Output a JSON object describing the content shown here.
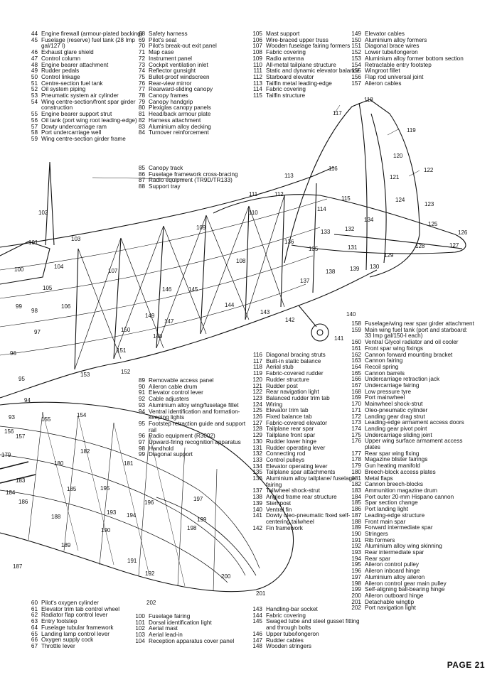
{
  "page_number": "PAGE 21",
  "legend_columns": [
    {
      "id": "c1",
      "items": [
        {
          "n": "44",
          "t": "Engine firewall (armour-plated backing)"
        },
        {
          "n": "45",
          "t": "Fuselage (reserve) fuel tank (28 Imp gal/127 l)"
        },
        {
          "n": "46",
          "t": "Exhaust glare shield"
        },
        {
          "n": "47",
          "t": "Control column"
        },
        {
          "n": "48",
          "t": "Engine bearer attachment"
        },
        {
          "n": "49",
          "t": "Rudder pedals"
        },
        {
          "n": "50",
          "t": "Control linkage"
        },
        {
          "n": "51",
          "t": "Centre-section fuel tank"
        },
        {
          "n": "52",
          "t": "Oil system piping"
        },
        {
          "n": "53",
          "t": "Pneumatic system air cylinder"
        },
        {
          "n": "54",
          "t": "Wing centre-section/front spar girder construction"
        },
        {
          "n": "55",
          "t": "Engine bearer support strut"
        },
        {
          "n": "56",
          "t": "Oil tank (port wing root leading-edge)"
        },
        {
          "n": "57",
          "t": "Dowty undercarriage ram"
        },
        {
          "n": "58",
          "t": "Port undercarriage well"
        },
        {
          "n": "59",
          "t": "Wing centre-section girder frame"
        }
      ]
    },
    {
      "id": "c2",
      "items": [
        {
          "n": "68",
          "t": "Safety harness"
        },
        {
          "n": "69",
          "t": "Pilot's seat"
        },
        {
          "n": "70",
          "t": "Pilot's break-out exit panel"
        },
        {
          "n": "71",
          "t": "Map case"
        },
        {
          "n": "72",
          "t": "Instrument panel"
        },
        {
          "n": "73",
          "t": "Cockpit ventilation inlet"
        },
        {
          "n": "74",
          "t": "Reflector gunsight"
        },
        {
          "n": "75",
          "t": "Bullet-proof windscreen"
        },
        {
          "n": "76",
          "t": "Rear-view mirror"
        },
        {
          "n": "77",
          "t": "Rearward-sliding canopy"
        },
        {
          "n": "78",
          "t": "Canopy frames"
        },
        {
          "n": "79",
          "t": "Canopy handgrip"
        },
        {
          "n": "80",
          "t": "Plexiglas canopy panels"
        },
        {
          "n": "81",
          "t": "Head/back armour plate"
        },
        {
          "n": "82",
          "t": "Harness attachment"
        },
        {
          "n": "83",
          "t": "Aluminium alloy decking"
        },
        {
          "n": "84",
          "t": "Turnover reinforcement"
        }
      ]
    },
    {
      "id": "c3",
      "items": [
        {
          "n": "105",
          "t": "Mast support"
        },
        {
          "n": "106",
          "t": "Wire-braced upper truss"
        },
        {
          "n": "107",
          "t": "Wooden fuselage fairing formers"
        },
        {
          "n": "108",
          "t": "Fabric covering"
        },
        {
          "n": "109",
          "t": "Radio antenna"
        },
        {
          "n": "110",
          "t": "All-metal tailplane structure"
        },
        {
          "n": "111",
          "t": "Static and dynamic elevator balance"
        },
        {
          "n": "112",
          "t": "Starboard elevator"
        },
        {
          "n": "113",
          "t": "Tailfin metal leading-edge"
        },
        {
          "n": "114",
          "t": "Fabric covering"
        },
        {
          "n": "115",
          "t": "Tailfin structure"
        }
      ]
    },
    {
      "id": "c4",
      "items": [
        {
          "n": "149",
          "t": "Elevator cables"
        },
        {
          "n": "150",
          "t": "Aluminium alloy formers"
        },
        {
          "n": "151",
          "t": "Diagonal brace wires"
        },
        {
          "n": "152",
          "t": "Lower tube/longeron"
        },
        {
          "n": "153",
          "t": "Aluminium alloy former bottom section"
        },
        {
          "n": "154",
          "t": "Retractable entry footstep"
        },
        {
          "n": "155",
          "t": "Wingroot fillet"
        },
        {
          "n": "156",
          "t": "Flap rod universal joint"
        },
        {
          "n": "157",
          "t": "Aileron cables"
        }
      ]
    },
    {
      "id": "c5",
      "items": [
        {
          "n": "85",
          "t": "Canopy track"
        },
        {
          "n": "86",
          "t": "Fuselage framework cross-bracing"
        },
        {
          "n": "87",
          "t": "Radio equipment (TR9D/TR133)"
        },
        {
          "n": "88",
          "t": "Support tray"
        }
      ]
    },
    {
      "id": "c6",
      "items": [
        {
          "n": "89",
          "t": "Removable access panel"
        },
        {
          "n": "90",
          "t": "Aileron cable drum"
        },
        {
          "n": "91",
          "t": "Elevator control lever"
        },
        {
          "n": "92",
          "t": "Cable adjusters"
        },
        {
          "n": "93",
          "t": "Aluminium alloy wing/fuselage fillet"
        },
        {
          "n": "94",
          "t": "Ventral identification and formation-keeping lights"
        },
        {
          "n": "95",
          "t": "Footstep retraction guide and support rail"
        },
        {
          "n": "96",
          "t": "Radio equipment (R3002)"
        },
        {
          "n": "97",
          "t": "Upward-firing recognition apparatus"
        },
        {
          "n": "98",
          "t": "Handhold"
        },
        {
          "n": "99",
          "t": "Diagonal support"
        }
      ]
    },
    {
      "id": "c7",
      "items": [
        {
          "n": "116",
          "t": "Diagonal bracing struts"
        },
        {
          "n": "117",
          "t": "Built-in static balance"
        },
        {
          "n": "118",
          "t": "Aerial stub"
        },
        {
          "n": "119",
          "t": "Fabric-covered rudder"
        },
        {
          "n": "120",
          "t": "Rudder structure"
        },
        {
          "n": "121",
          "t": "Rudder post"
        },
        {
          "n": "122",
          "t": "Rear navigation light"
        },
        {
          "n": "123",
          "t": "Balanced rudder trim tab"
        },
        {
          "n": "124",
          "t": "Wiring"
        },
        {
          "n": "125",
          "t": "Elevator trim tab"
        },
        {
          "n": "126",
          "t": "Fixed balance tab"
        },
        {
          "n": "127",
          "t": "Fabric-covered elevator"
        },
        {
          "n": "128",
          "t": "Tailplane rear spar"
        },
        {
          "n": "129",
          "t": "Tailplane front spar"
        },
        {
          "n": "130",
          "t": "Rudder lower hinge"
        },
        {
          "n": "131",
          "t": "Rudder operating lever"
        },
        {
          "n": "132",
          "t": "Connecting rod"
        },
        {
          "n": "133",
          "t": "Control pulleys"
        },
        {
          "n": "134",
          "t": "Elevator operating lever"
        },
        {
          "n": "135",
          "t": "Tailplane spar attachments"
        },
        {
          "n": "136",
          "t": "Aluminium alloy tailplane/ fuselage fairing"
        },
        {
          "n": "137",
          "t": "Tailwheel shock-strut"
        },
        {
          "n": "138",
          "t": "Angled frame rear structure"
        },
        {
          "n": "139",
          "t": "Sternpost"
        },
        {
          "n": "140",
          "t": "Ventral fin"
        },
        {
          "n": "141",
          "t": "Dowty oleo-pneumatic fixed self-centering tailwheel"
        },
        {
          "n": "142",
          "t": "Fin framework"
        }
      ]
    },
    {
      "id": "c8",
      "items": [
        {
          "n": "158",
          "t": "Fuselage/wing rear spar girder attachment"
        },
        {
          "n": "159",
          "t": "Main wing fuel tank (port and starboard: 33 Imp gal/150-l each)"
        },
        {
          "n": "160",
          "t": "Ventral Glycol radiator and oil cooler"
        },
        {
          "n": "161",
          "t": "Front spar wing fixings"
        },
        {
          "n": "162",
          "t": "Cannon forward mounting bracket"
        },
        {
          "n": "163",
          "t": "Cannon fairing"
        },
        {
          "n": "164",
          "t": "Recoil spring"
        },
        {
          "n": "165",
          "t": "Cannon barrels"
        },
        {
          "n": "166",
          "t": "Undercarriage retraction jack"
        },
        {
          "n": "167",
          "t": "Undercarriage fairing"
        },
        {
          "n": "168",
          "t": "Low pressure tyre"
        },
        {
          "n": "169",
          "t": "Port mainwheel"
        },
        {
          "n": "170",
          "t": "Mainwheel shock-strut"
        },
        {
          "n": "171",
          "t": "Oleo-pneumatic cylinder"
        },
        {
          "n": "172",
          "t": "Landing gear drag strut"
        },
        {
          "n": "173",
          "t": "Leading-edge armament access doors"
        },
        {
          "n": "174",
          "t": "Landing gear pivot point"
        },
        {
          "n": "175",
          "t": "Undercarriage sliding joint"
        },
        {
          "n": "176",
          "t": "Upper wing surface armament access plates"
        },
        {
          "n": "177",
          "t": "Rear spar wing fixing"
        },
        {
          "n": "178",
          "t": "Magazine blister fairings"
        },
        {
          "n": "179",
          "t": "Gun heating manifold"
        },
        {
          "n": "180",
          "t": "Breech-block access plates"
        },
        {
          "n": "181",
          "t": "Metal flaps"
        },
        {
          "n": "182",
          "t": "Cannon breech-blocks"
        },
        {
          "n": "183",
          "t": "Ammunition magazine drum"
        },
        {
          "n": "184",
          "t": "Port outer 20-mm Hispano cannon"
        },
        {
          "n": "185",
          "t": "Spar section change"
        },
        {
          "n": "186",
          "t": "Port landing light"
        },
        {
          "n": "187",
          "t": "Leading-edge structure"
        },
        {
          "n": "188",
          "t": "Front main spar"
        },
        {
          "n": "189",
          "t": "Forward intermediate spar"
        },
        {
          "n": "190",
          "t": "Stringers"
        },
        {
          "n": "191",
          "t": "Rib formers"
        },
        {
          "n": "192",
          "t": "Aluminium alloy wing skinning"
        },
        {
          "n": "193",
          "t": "Rear intermediate spar"
        },
        {
          "n": "194",
          "t": "Rear spar"
        },
        {
          "n": "195",
          "t": "Aileron control pulley"
        },
        {
          "n": "196",
          "t": "Aileron inboard hinge"
        },
        {
          "n": "197",
          "t": "Aluminium alloy aileron"
        },
        {
          "n": "198",
          "t": "Aileron control gear main pulley"
        },
        {
          "n": "199",
          "t": "Self-aligning ball-bearing hinge"
        },
        {
          "n": "200",
          "t": "Aileron outboard hinge"
        },
        {
          "n": "201",
          "t": "Detachable wingtip"
        },
        {
          "n": "202",
          "t": "Port navigation light"
        }
      ]
    },
    {
      "id": "c9",
      "items": [
        {
          "n": "60",
          "t": "Pilot's oxygen cylinder"
        },
        {
          "n": "61",
          "t": "Elevator trim tab control wheel"
        },
        {
          "n": "62",
          "t": "Radiator flap control lever"
        },
        {
          "n": "63",
          "t": "Entry footstep"
        },
        {
          "n": "64",
          "t": "Fuselage tubular framework"
        },
        {
          "n": "65",
          "t": "Landing lamp control lever"
        },
        {
          "n": "66",
          "t": "Oxygen supply cock"
        },
        {
          "n": "67",
          "t": "Throttle lever"
        }
      ]
    },
    {
      "id": "c10",
      "items": [
        {
          "n": "100",
          "t": "Fuselage fairing"
        },
        {
          "n": "101",
          "t": "Dorsal identification light"
        },
        {
          "n": "102",
          "t": "Aerial mast"
        },
        {
          "n": "103",
          "t": "Aerial lead-in"
        },
        {
          "n": "104",
          "t": "Reception apparatus cover panel"
        }
      ]
    },
    {
      "id": "c11",
      "items": [
        {
          "n": "143",
          "t": "Handling-bar socket"
        },
        {
          "n": "144",
          "t": "Fabric covering"
        },
        {
          "n": "145",
          "t": "Swaged tube and steel gusset fitting and through bolts"
        },
        {
          "n": "146",
          "t": "Upper tube/longeron"
        },
        {
          "n": "147",
          "t": "Rudder cables"
        },
        {
          "n": "148",
          "t": "Wooden stringers"
        }
      ]
    }
  ],
  "callouts": [
    {
      "n": "100"
    },
    {
      "n": "101"
    },
    {
      "n": "102"
    },
    {
      "n": "103"
    },
    {
      "n": "104"
    },
    {
      "n": "105"
    },
    {
      "n": "106"
    },
    {
      "n": "107"
    },
    {
      "n": "108"
    },
    {
      "n": "109"
    },
    {
      "n": "110"
    },
    {
      "n": "111"
    },
    {
      "n": "112"
    },
    {
      "n": "113"
    },
    {
      "n": "114"
    },
    {
      "n": "115"
    },
    {
      "n": "116"
    },
    {
      "n": "117"
    },
    {
      "n": "118"
    },
    {
      "n": "119"
    },
    {
      "n": "120"
    },
    {
      "n": "121"
    },
    {
      "n": "122"
    },
    {
      "n": "123"
    },
    {
      "n": "124"
    },
    {
      "n": "125"
    },
    {
      "n": "126"
    },
    {
      "n": "127"
    },
    {
      "n": "128"
    },
    {
      "n": "129"
    },
    {
      "n": "130"
    },
    {
      "n": "131"
    },
    {
      "n": "132"
    },
    {
      "n": "133"
    },
    {
      "n": "134"
    },
    {
      "n": "135"
    },
    {
      "n": "136"
    },
    {
      "n": "137"
    },
    {
      "n": "138"
    },
    {
      "n": "139"
    },
    {
      "n": "140"
    },
    {
      "n": "141"
    },
    {
      "n": "142"
    },
    {
      "n": "143"
    },
    {
      "n": "144"
    },
    {
      "n": "145"
    },
    {
      "n": "146"
    },
    {
      "n": "147"
    },
    {
      "n": "148"
    },
    {
      "n": "149"
    },
    {
      "n": "150"
    },
    {
      "n": "151"
    },
    {
      "n": "152"
    },
    {
      "n": "153"
    },
    {
      "n": "154"
    },
    {
      "n": "155"
    },
    {
      "n": "156"
    },
    {
      "n": "157"
    },
    {
      "n": "179"
    },
    {
      "n": "180"
    },
    {
      "n": "181"
    },
    {
      "n": "182"
    },
    {
      "n": "183"
    },
    {
      "n": "184"
    },
    {
      "n": "185"
    },
    {
      "n": "186"
    },
    {
      "n": "187"
    },
    {
      "n": "188"
    },
    {
      "n": "189"
    },
    {
      "n": "190"
    },
    {
      "n": "191"
    },
    {
      "n": "192"
    },
    {
      "n": "193"
    },
    {
      "n": "194"
    },
    {
      "n": "195"
    },
    {
      "n": "196"
    },
    {
      "n": "197"
    },
    {
      "n": "198"
    },
    {
      "n": "199"
    },
    {
      "n": "200"
    },
    {
      "n": "201"
    },
    {
      "n": "202"
    },
    {
      "n": "93"
    },
    {
      "n": "94"
    },
    {
      "n": "95"
    },
    {
      "n": "96"
    },
    {
      "n": "97"
    },
    {
      "n": "98"
    },
    {
      "n": "99"
    }
  ]
}
